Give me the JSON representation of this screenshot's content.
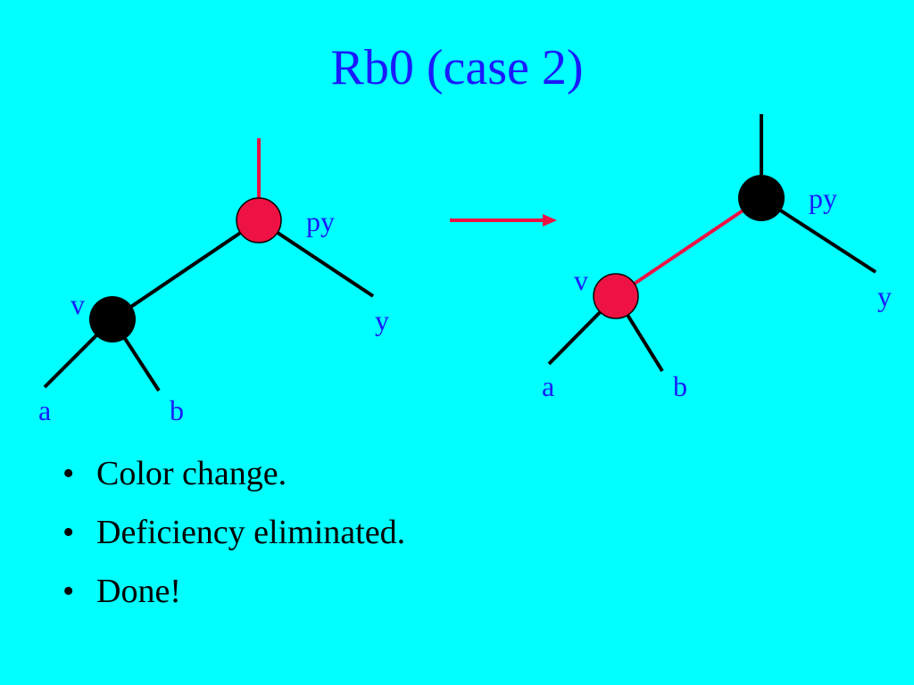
{
  "title": "Rb0 (case 2)",
  "colors": {
    "background": "#00FFFF",
    "title_text": "#1a1aff",
    "label_text": "#1a1aff",
    "red_node": "#EE1144",
    "black_node": "#000000",
    "red_edge": "#EE1144",
    "black_edge": "#000000"
  },
  "diagram": {
    "before": {
      "labels": {
        "py": "py",
        "v": "v",
        "y": "y",
        "a": "a",
        "b": "b"
      }
    },
    "after": {
      "labels": {
        "py": "py",
        "v": "v",
        "y": "y",
        "a": "a",
        "b": "b"
      }
    }
  },
  "bullets": [
    {
      "marker": "•",
      "text": "Color change."
    },
    {
      "marker": "•",
      "text": "Deficiency eliminated."
    },
    {
      "marker": "•",
      "text": "Done!"
    }
  ]
}
